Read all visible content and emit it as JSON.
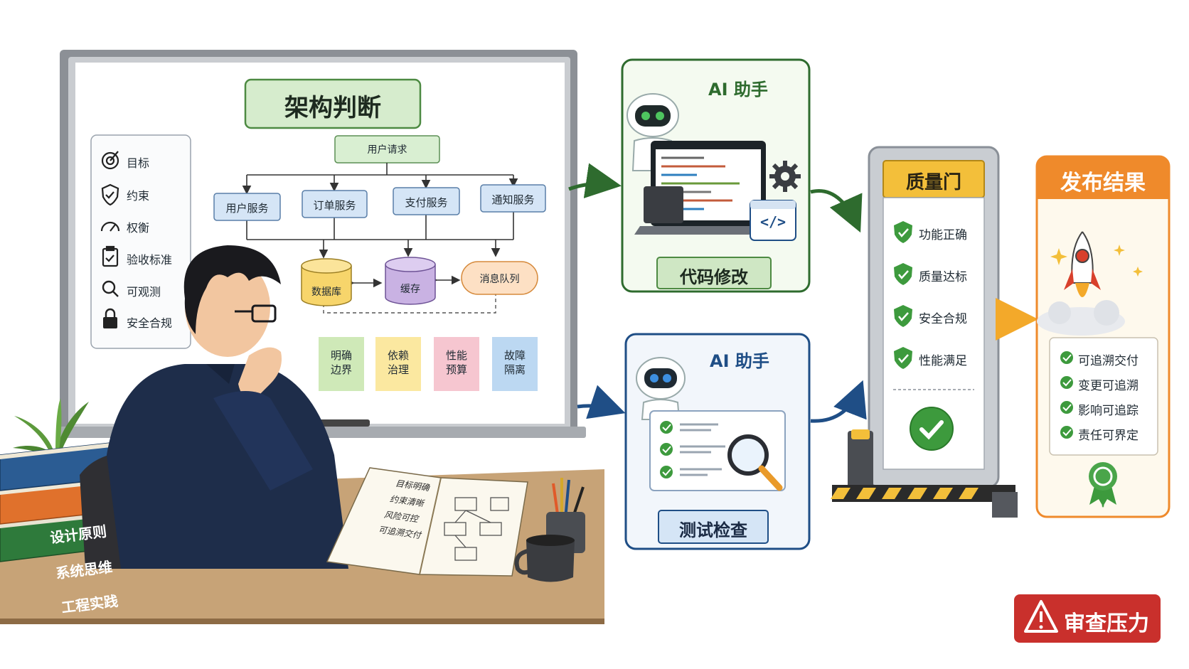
{
  "whiteboard": {
    "title": "架构判断",
    "request": "用户请求",
    "services": [
      "用户服务",
      "订单服务",
      "支付服务",
      "通知服务"
    ],
    "stores": [
      "数据库",
      "缓存",
      "消息队列"
    ],
    "principles": [
      {
        "line1": "明确",
        "line2": "边界",
        "color": "#cfe9b8"
      },
      {
        "line1": "依赖",
        "line2": "治理",
        "color": "#fbe8a0"
      },
      {
        "line1": "性能",
        "line2": "预算",
        "color": "#f6c6d0"
      },
      {
        "line1": "故障",
        "line2": "隔离",
        "color": "#bcd8f2"
      }
    ],
    "sidebar": [
      {
        "icon": "target-icon",
        "label": "目标"
      },
      {
        "icon": "shield-icon",
        "label": "约束"
      },
      {
        "icon": "gauge-icon",
        "label": "权衡"
      },
      {
        "icon": "clipboard-check-icon",
        "label": "验收标准"
      },
      {
        "icon": "magnifier-icon",
        "label": "可观测"
      },
      {
        "icon": "lock-icon",
        "label": "安全合规"
      }
    ]
  },
  "notebook": {
    "items": [
      "目标明确",
      "约束清晰",
      "风险可控",
      "可追溯交付"
    ]
  },
  "books": [
    "设计原则",
    "系统思维",
    "工程实践"
  ],
  "ai_code": {
    "title": "AI 助手",
    "label": "代码修改",
    "code_icon": "</>"
  },
  "ai_test": {
    "title": "AI 助手",
    "label": "测试检查"
  },
  "quality_gate": {
    "title": "质量门",
    "items": [
      "功能正确",
      "质量达标",
      "安全合规",
      "性能满足"
    ]
  },
  "release": {
    "title": "发布结果",
    "items": [
      "可追溯交付",
      "变更可追溯",
      "影响可追踪",
      "责任可界定"
    ]
  },
  "warning": {
    "label": "审查压力"
  },
  "colors": {
    "green": "#2e6b2e",
    "blue": "#1f4e86",
    "orange": "#ef8a2b",
    "gold": "#f3bf3a",
    "red": "#c9302c"
  }
}
